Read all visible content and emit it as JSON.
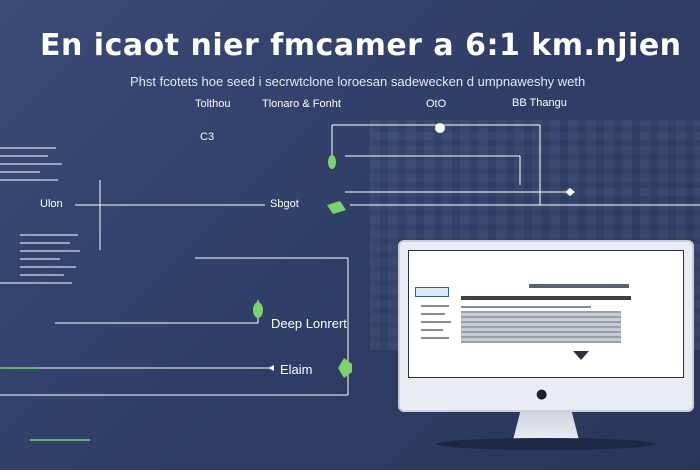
{
  "title": "En icaot nier fmcamer a 6:1 km.njien",
  "subtitle": "Phst fcotets hoe seed i secrwtclone loroesan sadewecken d umpnaweshy weth",
  "labels": {
    "tolthou": "Tolthou",
    "tlonaro_fonht": "Tlonaro & Fonht",
    "oto": "OtO",
    "bb_thangu": "BB Thangu",
    "c3": "C3",
    "sbgot": "Sbgot",
    "ulon": "Ulon",
    "deep_lonrert": "Deep Lonrert",
    "elaim": "Elaim"
  },
  "colors": {
    "background": "#34426e",
    "accent_green": "#7ad36b",
    "line": "#ffffff",
    "monitor": "#e9ecf2"
  },
  "icons": [
    "apple-logo-icon",
    "gear-icon",
    "dropdown-triangle-icon"
  ]
}
